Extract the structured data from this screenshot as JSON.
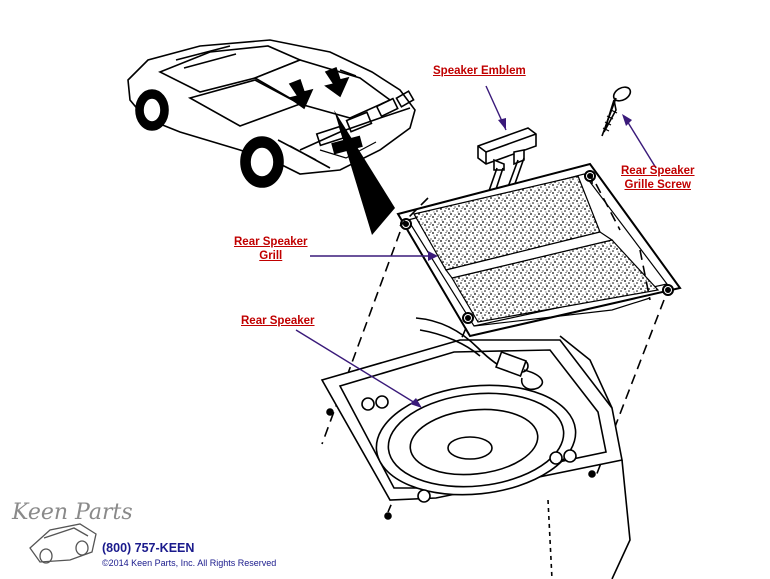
{
  "callouts": {
    "speaker_emblem": "Speaker Emblem",
    "grille_screw_line1": "Rear Speaker",
    "grille_screw_line2": "Grille Screw",
    "grill_line1": "Rear Speaker",
    "grill_line2": "Grill",
    "rear_speaker": "Rear Speaker"
  },
  "footer": {
    "logo": "Keen Parts",
    "phone": "(800) 757-KEEN",
    "copyright": "©2014 Keen Parts, Inc. All Rights Reserved"
  },
  "colors": {
    "label": "#c00000",
    "leader": "#3a1a7a",
    "footer": "#1a1a8c"
  }
}
